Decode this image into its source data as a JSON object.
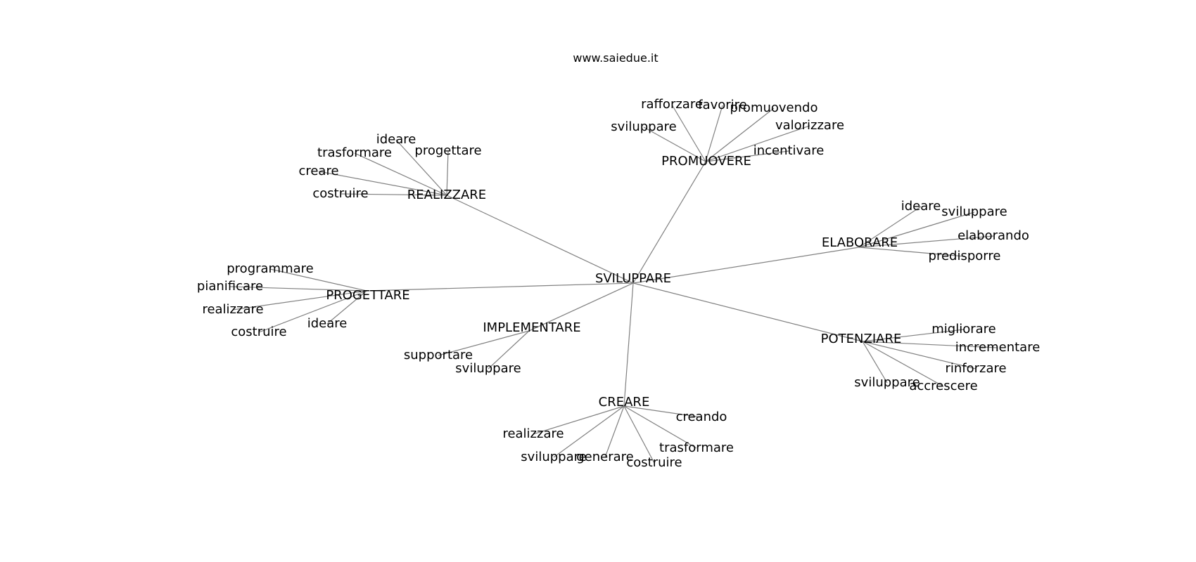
{
  "header": {
    "site": "www.saiedue.it"
  },
  "graph": {
    "root": "SVILUPPARE",
    "edge_color": "#808080",
    "hubs": [
      {
        "id": "realizzare",
        "label": "REALIZZARE",
        "leaves": [
          "ideare",
          "progettare",
          "trasformare",
          "creare",
          "costruire"
        ]
      },
      {
        "id": "promuovere",
        "label": "PROMUOVERE",
        "leaves": [
          "rafforzare",
          "favorire",
          "promuovendo",
          "sviluppare",
          "valorizzare",
          "incentivare"
        ]
      },
      {
        "id": "elaborare",
        "label": "ELABORARE",
        "leaves": [
          "ideare",
          "sviluppare",
          "elaborando",
          "predisporre"
        ]
      },
      {
        "id": "progettare",
        "label": "PROGETTARE",
        "leaves": [
          "programmare",
          "pianificare",
          "realizzare",
          "costruire",
          "ideare"
        ]
      },
      {
        "id": "implementare",
        "label": "IMPLEMENTARE",
        "leaves": [
          "supportare",
          "sviluppare"
        ]
      },
      {
        "id": "potenziare",
        "label": "POTENZIARE",
        "leaves": [
          "migliorare",
          "incrementare",
          "rinforzare",
          "sviluppare",
          "accrescere"
        ]
      },
      {
        "id": "creare",
        "label": "CREARE",
        "leaves": [
          "creando",
          "realizzare",
          "trasformare",
          "sviluppare",
          "generare",
          "costruire"
        ]
      }
    ]
  }
}
